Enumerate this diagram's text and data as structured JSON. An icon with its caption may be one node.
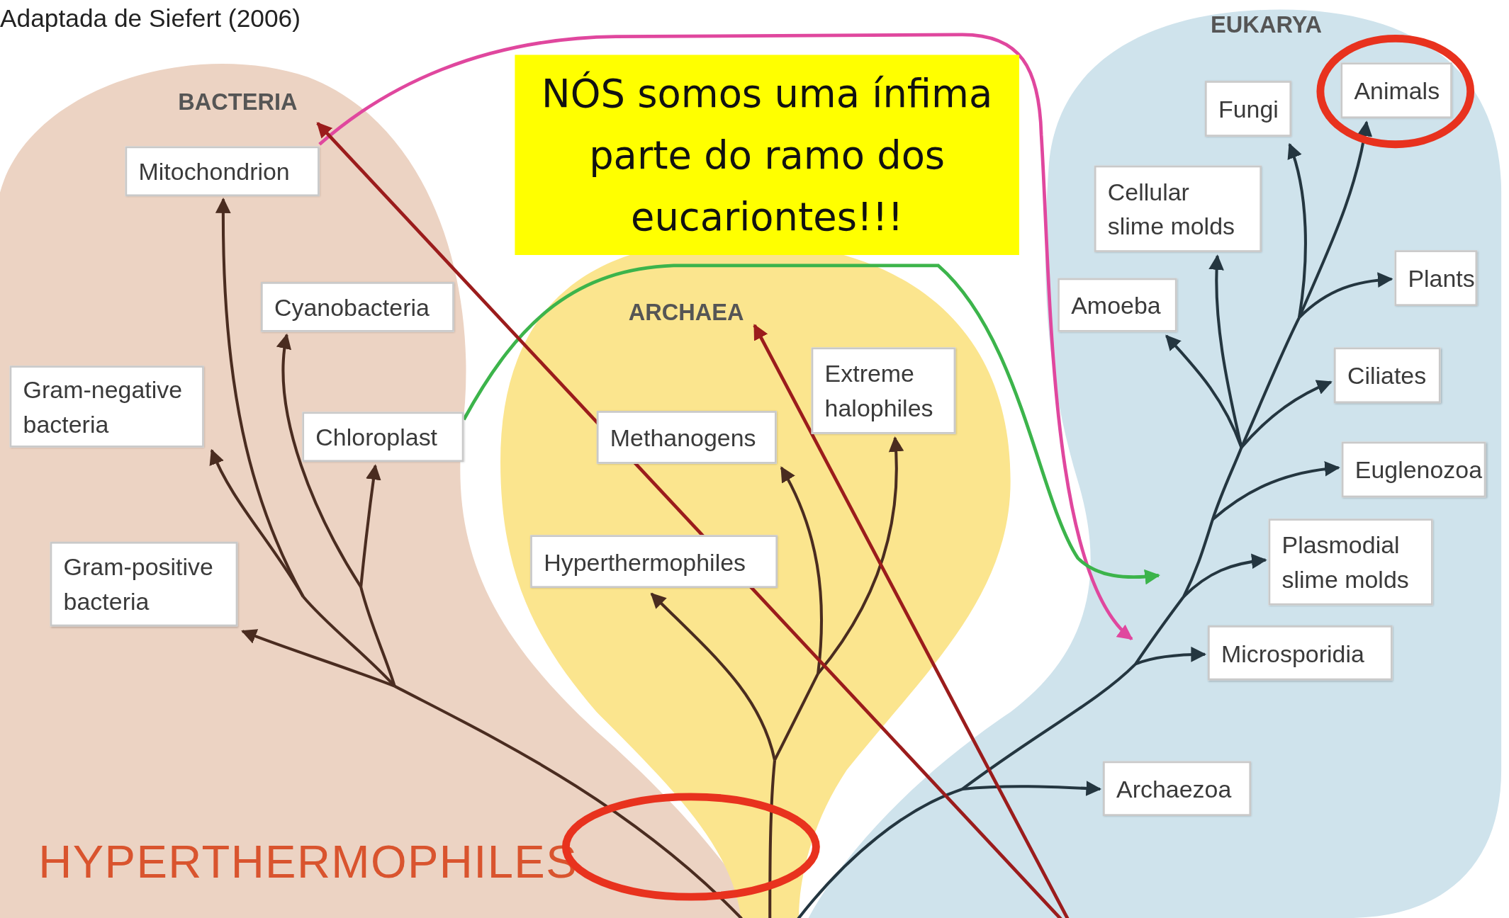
{
  "diagram": {
    "caption": "Adaptada de Siefert (2006)",
    "nodes": [
      {
        "text": [
          "BACTERIA"
        ]
      },
      {
        "text": [
          "Mitochondrion"
        ],
        "in": 0
      },
      {
        "text": [
          "Cyanobacteria"
        ],
        "in": 0
      },
      {
        "text": [
          "Gram-negative bacteria"
        ],
        "in": 0
      },
      {
        "text": [
          "Chloroplast"
        ],
        "in": 0
      },
      {
        "text": [
          "Gram-positive bacteria"
        ],
        "in": 0
      },
      {
        "text": [
          "ARCHAEA"
        ]
      },
      {
        "text": [
          "Extreme halophiles"
        ],
        "in": 6
      },
      {
        "text": [
          "Methanogens"
        ],
        "in": 6
      },
      {
        "text": [
          "Hyperthermophiles"
        ],
        "in": 6
      },
      {
        "text": [
          "EUKARYA"
        ]
      },
      {
        "text": [
          "Animals"
        ],
        "in": 10
      },
      {
        "text": [
          "Fungi"
        ],
        "in": 10
      },
      {
        "text": [
          "Cellular slime molds"
        ],
        "in": 10
      },
      {
        "text": [
          "Plants"
        ],
        "in": 10
      },
      {
        "text": [
          "Amoeba"
        ],
        "in": 10
      },
      {
        "text": [
          "Ciliates"
        ],
        "in": 10
      },
      {
        "text": [
          "Euglenozoa"
        ],
        "in": 10
      },
      {
        "text": [
          "Plasmodial slime molds"
        ],
        "in": 10
      },
      {
        "text": [
          "Microsporidia"
        ],
        "in": 10
      },
      {
        "text": [
          "Archaezoa"
        ],
        "in": 10
      },
      {
        "text": [
          "NÓS somos uma ínfima parte do ramo dos eucariontes!!!"
        ]
      }
    ],
    "edges": [
      {
        "from": null,
        "to": 5,
        "arrow": "to",
        "color": "#4a2c20"
      },
      {
        "from": null,
        "to": 3,
        "arrow": "to",
        "color": "#4a2c20"
      },
      {
        "from": null,
        "to": 1,
        "arrow": "to",
        "color": "#4a2c20"
      },
      {
        "from": null,
        "to": 4,
        "arrow": "to",
        "color": "#4a2c20"
      },
      {
        "from": null,
        "to": 2,
        "arrow": "to",
        "color": "#4a2c20"
      },
      {
        "from": null,
        "to": 9,
        "arrow": "to",
        "color": "#4a2c20"
      },
      {
        "from": null,
        "to": 8,
        "arrow": "to",
        "color": "#4a2c20"
      },
      {
        "from": null,
        "to": 7,
        "arrow": "to",
        "color": "#4a2c20"
      },
      {
        "from": null,
        "to": 20,
        "arrow": "to"
      },
      {
        "from": null,
        "to": 19,
        "arrow": "to"
      },
      {
        "from": null,
        "to": 18,
        "arrow": "to"
      },
      {
        "from": null,
        "to": 17,
        "arrow": "to"
      },
      {
        "from": null,
        "to": 15,
        "arrow": "to"
      },
      {
        "from": null,
        "to": 13,
        "arrow": "to"
      },
      {
        "from": null,
        "to": 16,
        "arrow": "to"
      },
      {
        "from": null,
        "to": 14,
        "arrow": "to"
      },
      {
        "from": null,
        "to": 12,
        "arrow": "to"
      },
      {
        "from": null,
        "to": 11,
        "arrow": "to"
      },
      {
        "from": 1,
        "to": 10,
        "arrow": "to",
        "color": "#e0479e"
      },
      {
        "from": 4,
        "to": 10,
        "arrow": "to",
        "color": "#3cb44b"
      },
      {
        "from": null,
        "to": 0,
        "arrow": "to",
        "color": "#9b1c1c"
      },
      {
        "from": null,
        "to": 6,
        "arrow": "to",
        "color": "#9b1c1c"
      }
    ],
    "labels": [
      "HYPERTHERMOPHILES"
    ]
  }
}
